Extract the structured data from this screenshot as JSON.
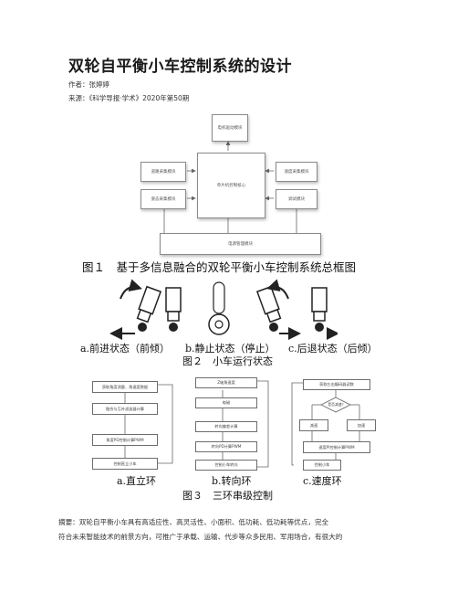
{
  "article": {
    "title": "双轮自平衡小车控制系统的设计",
    "author": "作者：张婷婷",
    "source": "来源：《科学导报·学术》2020年第50期"
  },
  "figure1": {
    "caption": "图１　基于多信息融合的双轮平衡小车控制系统总框图",
    "blocks": {
      "top": "电机驱动模块",
      "left1": "道路采集模块",
      "left2": "姿态采集模块",
      "center": "单片机控制核心",
      "right1": "速度采集模块",
      "right2": "调试模块",
      "bottom": "电源管理模块"
    }
  },
  "figure2": {
    "caption": "图２　小车运行状态",
    "labels": [
      "a.前进状态（前倾）",
      "b.静止状态（停止）",
      "c.后退状态（后倾）"
    ]
  },
  "figure3": {
    "caption": "图３　三环串级控制",
    "labels": [
      "a.直立环",
      "b.转向环",
      "c.速度环"
    ],
    "loopA": [
      "获取角度测量、角速度数据",
      "融合与互补滤波器计算",
      "角度PD控制计算PWM",
      "控制直立小车"
    ],
    "loopB": [
      "Z轴角速度",
      "电磁",
      "转向偏差计算",
      "转向PD计算PWM",
      "控制小车转向"
    ],
    "loopC": [
      "获取左右编码器读数",
      "是否减速?",
      "减速",
      "加速",
      "速度PI控制计算PWM",
      "控制小车"
    ]
  },
  "abstract": {
    "line1": "摘要：双轮自平衡小车具有高适应性、高灵活性、小面积、低功耗、低功耗等优点，完全",
    "line2": "符合未来智能技术的前景方向，可推广于承载、运输、代步等众多民用、军用场合，有很大的"
  }
}
